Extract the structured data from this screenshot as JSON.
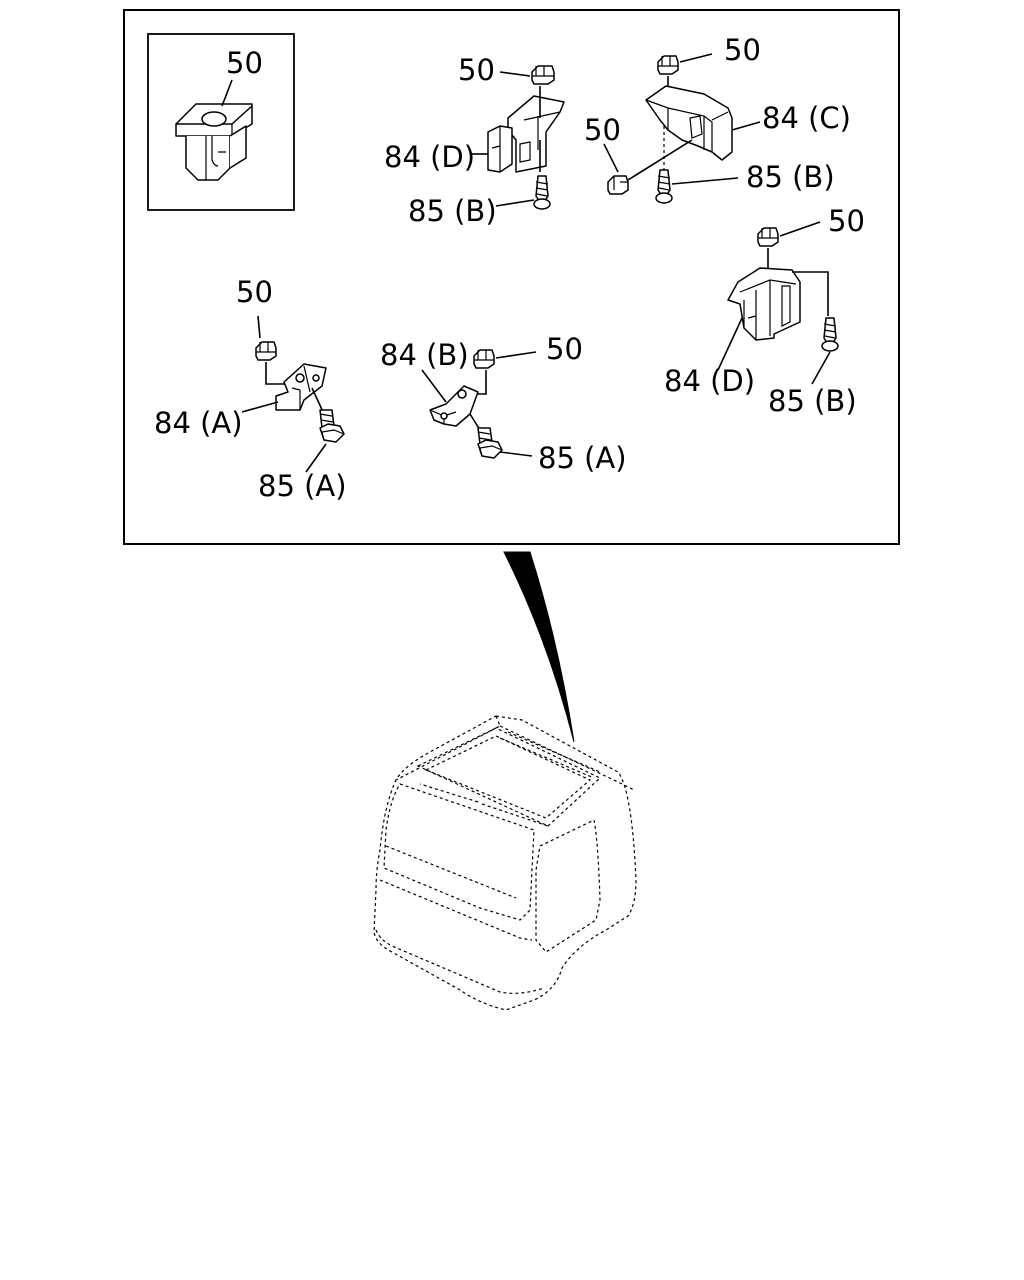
{
  "callouts": {
    "inset_clip": "50",
    "clip_top_center": "50",
    "bracket_top_center": "84 (D)",
    "screw_top_center": "85 (B)",
    "clip_top_right": "50",
    "bracket_top_right": "84 (C)",
    "clip_mid_right": "50",
    "screw_top_right": "85 (B)",
    "clip_right": "50",
    "bracket_right": "84 (D)",
    "screw_right": "85 (B)",
    "clip_left": "50",
    "bracket_left": "84 (A)",
    "bolt_left": "85 (A)",
    "clip_center": "50",
    "bracket_center": "84 (B)",
    "bolt_center": "85 (A)"
  }
}
